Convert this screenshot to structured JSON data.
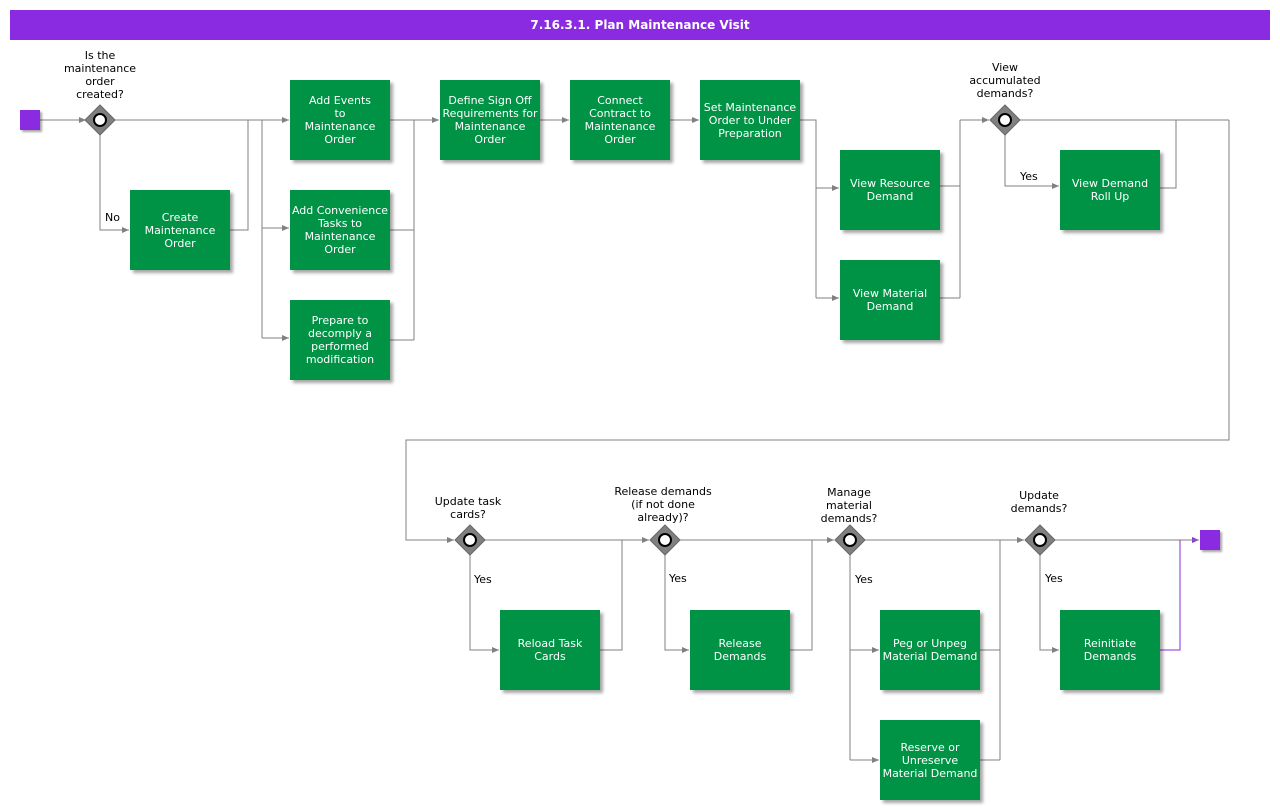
{
  "title": "7.16.3.1. Plan Maintenance Visit",
  "colors": {
    "header": "#8a2be2",
    "task": "#009245",
    "gateway": "#808080",
    "line": "#808080",
    "end_line": "#8a2be2"
  },
  "tasks": {
    "create_order": "Create\nMaintenance\nOrder",
    "add_events": "Add Events\nto\nMaintenance\nOrder",
    "add_convenience": "Add Convenience\nTasks to\nMaintenance\nOrder",
    "prepare_decomply": "Prepare to\ndecomply a\nperformed\nmodification",
    "define_signoff": "Define Sign Off\nRequirements for\nMaintenance\nOrder",
    "connect_contract": "Connect\nContract to\nMaintenance\nOrder",
    "set_order": "Set Maintenance\nOrder to Under\nPreparation",
    "view_resource": "View Resource\nDemand",
    "view_material": "View Material\nDemand",
    "view_rollup": "View Demand\nRoll Up",
    "reload_cards": "Reload Task\nCards",
    "release_demands": "Release\nDemands",
    "peg_unpeg": "Peg or Unpeg\nMaterial Demand",
    "reserve_unreserve": "Reserve or\nUnreserve\nMaterial Demand",
    "reinitiate": "Reinitiate\nDemands"
  },
  "gateways": {
    "g1": "Is the\nmaintenance\norder\ncreated?",
    "g2": "View\naccumulated\ndemands?",
    "g3": "Update task\ncards?",
    "g4": "Release demands\n(if not done\nalready)?",
    "g5": "Manage\nmaterial\ndemands?",
    "g6": "Update\ndemands?"
  },
  "edge_labels": {
    "no": "No",
    "yes_1": "Yes",
    "yes_2": "Yes",
    "yes_3": "Yes",
    "yes_4": "Yes",
    "yes_5": "Yes"
  }
}
